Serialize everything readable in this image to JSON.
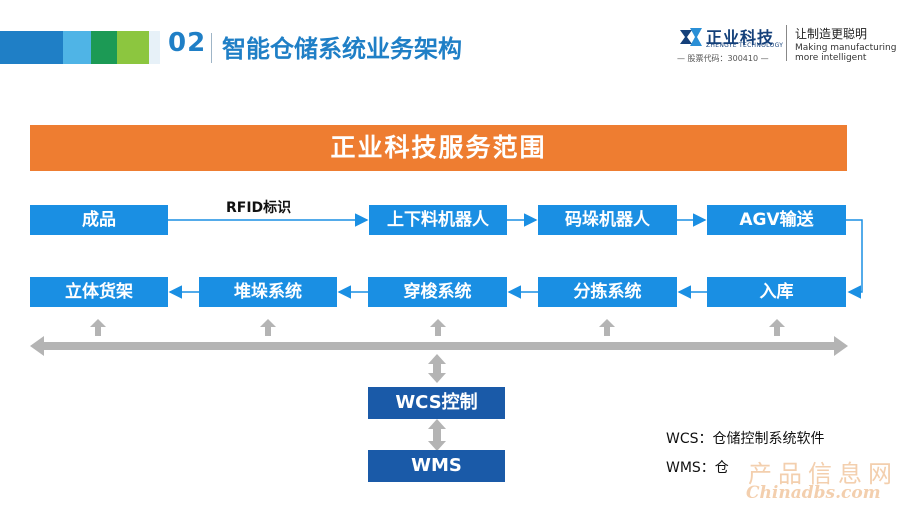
{
  "header": {
    "section_number": "02",
    "title": "智能仓储系统业务架构",
    "bar_colors": [
      "#1f7fc6",
      "#4fb4e6",
      "#1c9a55",
      "#8cc63f",
      "#e7f1f8"
    ]
  },
  "logo": {
    "name": "正业科技",
    "english": "ZHENGYE TECHNOLOGY",
    "stock_code": "— 股票代码：300410 —",
    "slogan": "让制造更聪明",
    "slogan_en_line1": "Making manufacturing",
    "slogan_en_line2": "more intelligent"
  },
  "banner": {
    "title": "正业科技服务范围"
  },
  "flow": {
    "row1": [
      "成品",
      "上下料机器人",
      "码垛机器人",
      "AGV输送"
    ],
    "row2": [
      "立体货架",
      "堆垛系统",
      "穿梭系统",
      "分拣系统",
      "入库"
    ],
    "rfid_label": "RFID标识"
  },
  "control": {
    "wcs": "WCS控制",
    "wms": "WMS"
  },
  "legend": {
    "wcs": "WCS：仓储控制系统软件",
    "wms": "WMS：仓"
  },
  "watermark": {
    "cn": "产品信息网",
    "en": "Chinadbs.com"
  },
  "colors": {
    "primary_blue": "#1a8fe3",
    "dark_blue": "#1a5aa8",
    "orange": "#ee7d31",
    "arrow_gray": "#b4b4b4"
  }
}
